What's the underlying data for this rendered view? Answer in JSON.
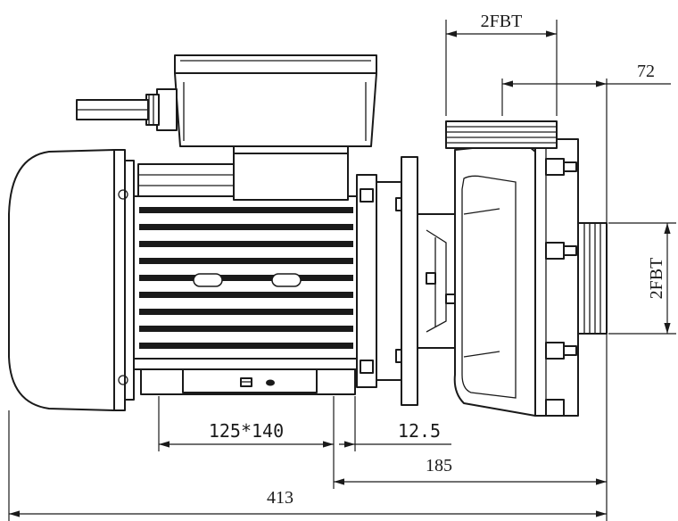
{
  "dimensions": {
    "top_outlet_thread": "2FBT",
    "outlet_offset": "72",
    "side_inlet_thread": "2FBT",
    "mount_spacing": "125*140",
    "foot_offset": "12.5",
    "foot_to_inlet": "185",
    "overall_length": "413"
  },
  "colors": {
    "line": "#1a1a1a",
    "background": "#ffffff"
  }
}
